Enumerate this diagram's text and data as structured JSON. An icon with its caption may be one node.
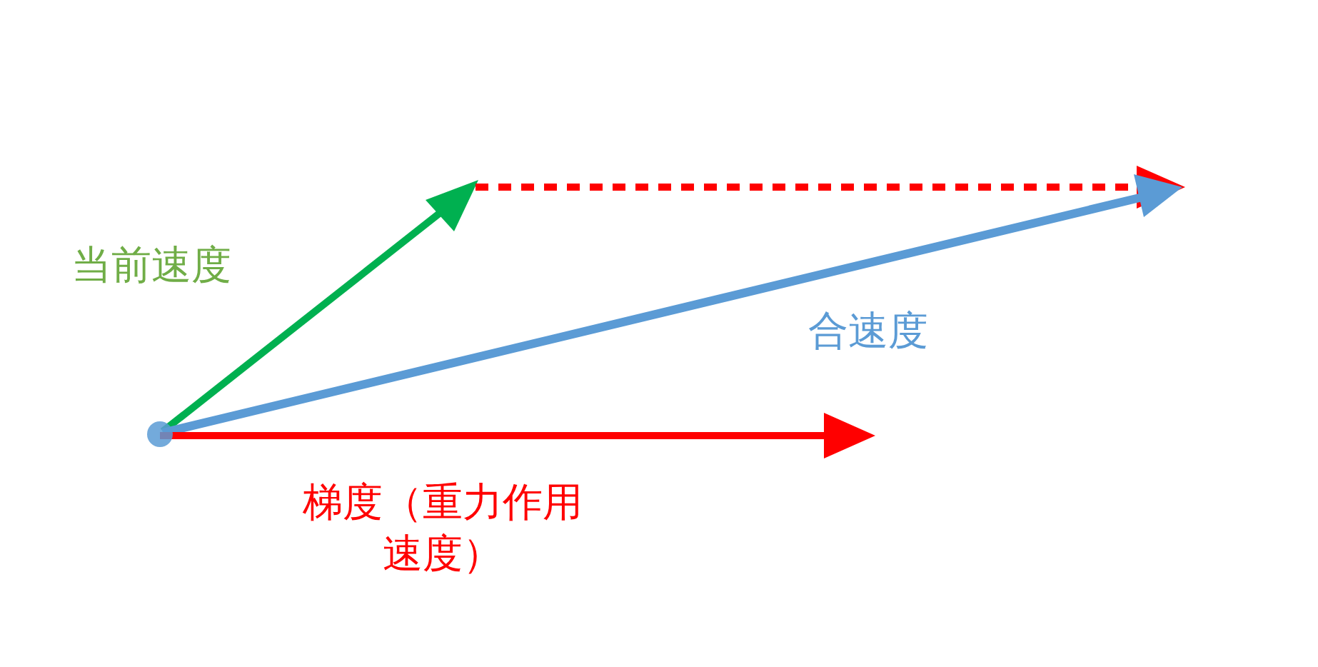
{
  "diagram": {
    "labels": [
      "当前速度",
      "合速度",
      "梯度（重力作用速度）"
    ]
  }
}
